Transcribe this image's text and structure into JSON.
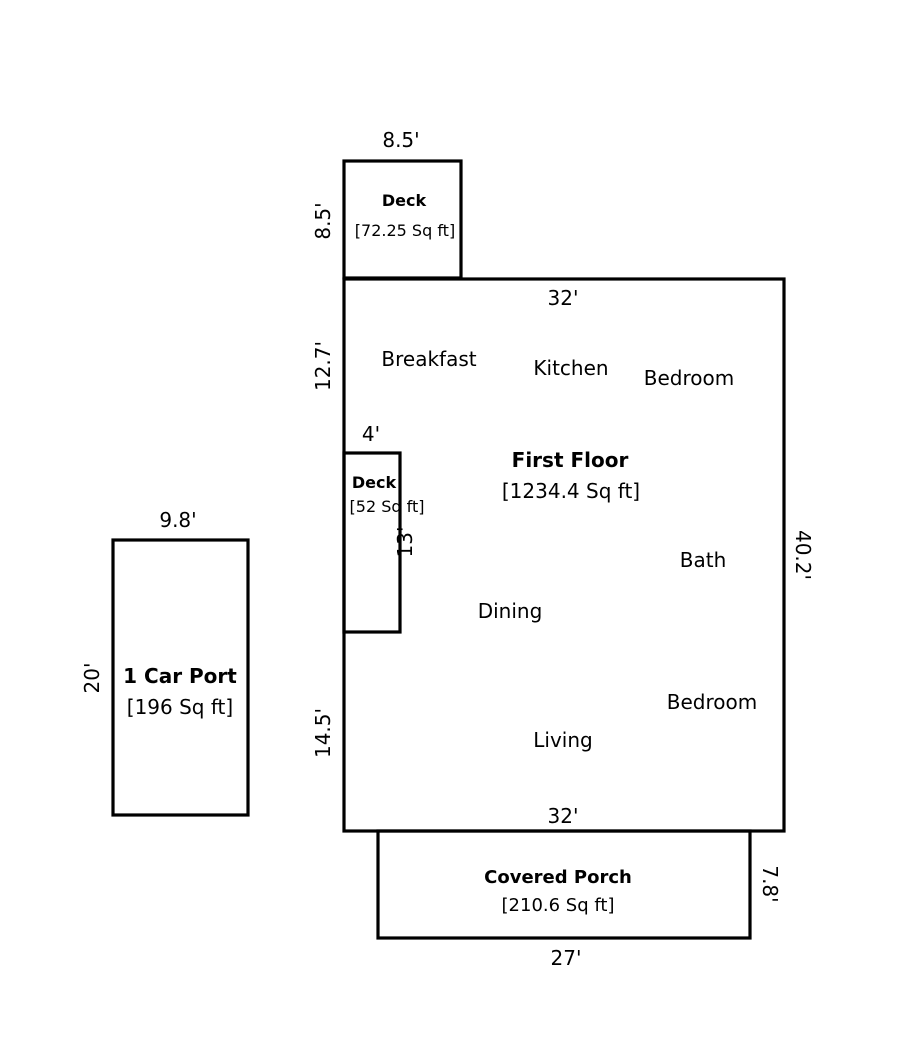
{
  "colors": {
    "line": "#000000",
    "background": "#ffffff"
  },
  "first_floor": {
    "title": "First Floor",
    "area": "[1234.4 Sq ft]",
    "dims": {
      "top": "32'",
      "bottom": "32'",
      "right": "40.2'",
      "left_upper": "12.7'",
      "left_lower": "14.5'"
    },
    "rooms": [
      "Breakfast",
      "Kitchen",
      "Bedroom",
      "Bath",
      "Dining",
      "Bedroom",
      "Living"
    ]
  },
  "deck_top": {
    "title": "Deck",
    "area": "[72.25 Sq ft]",
    "dims": {
      "width": "8.5'",
      "height": "8.5'"
    }
  },
  "deck_side": {
    "title": "Deck",
    "area": "[52 Sq ft]",
    "dims": {
      "width": "4'",
      "height": "13'"
    }
  },
  "car_port": {
    "title": "1 Car Port",
    "area": "[196 Sq ft]",
    "dims": {
      "width": "9.8'",
      "height": "20'"
    }
  },
  "porch": {
    "title": "Covered Porch",
    "area": "[210.6 Sq ft]",
    "dims": {
      "width": "27'",
      "height": "7.8'"
    }
  }
}
